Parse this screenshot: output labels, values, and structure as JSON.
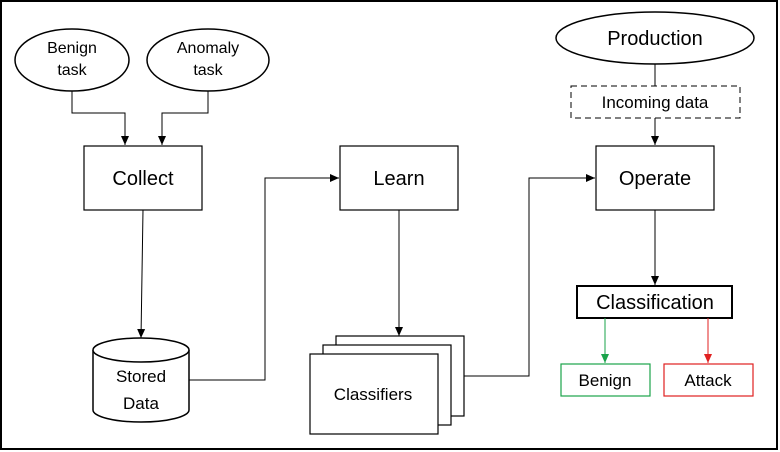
{
  "nodes": {
    "benign_task": [
      "Benign",
      "task"
    ],
    "anomaly_task": [
      "Anomaly",
      "task"
    ],
    "production": "Production",
    "incoming_data": "Incoming data",
    "collect": "Collect",
    "learn": "Learn",
    "operate": "Operate",
    "classification": "Classification",
    "stored_data": [
      "Stored",
      "Data"
    ],
    "classifiers": "Classifiers",
    "benign_out": "Benign",
    "attack_out": "Attack"
  },
  "colors": {
    "benign": "#1aa34a",
    "attack": "#e02020",
    "line": "#000000"
  }
}
